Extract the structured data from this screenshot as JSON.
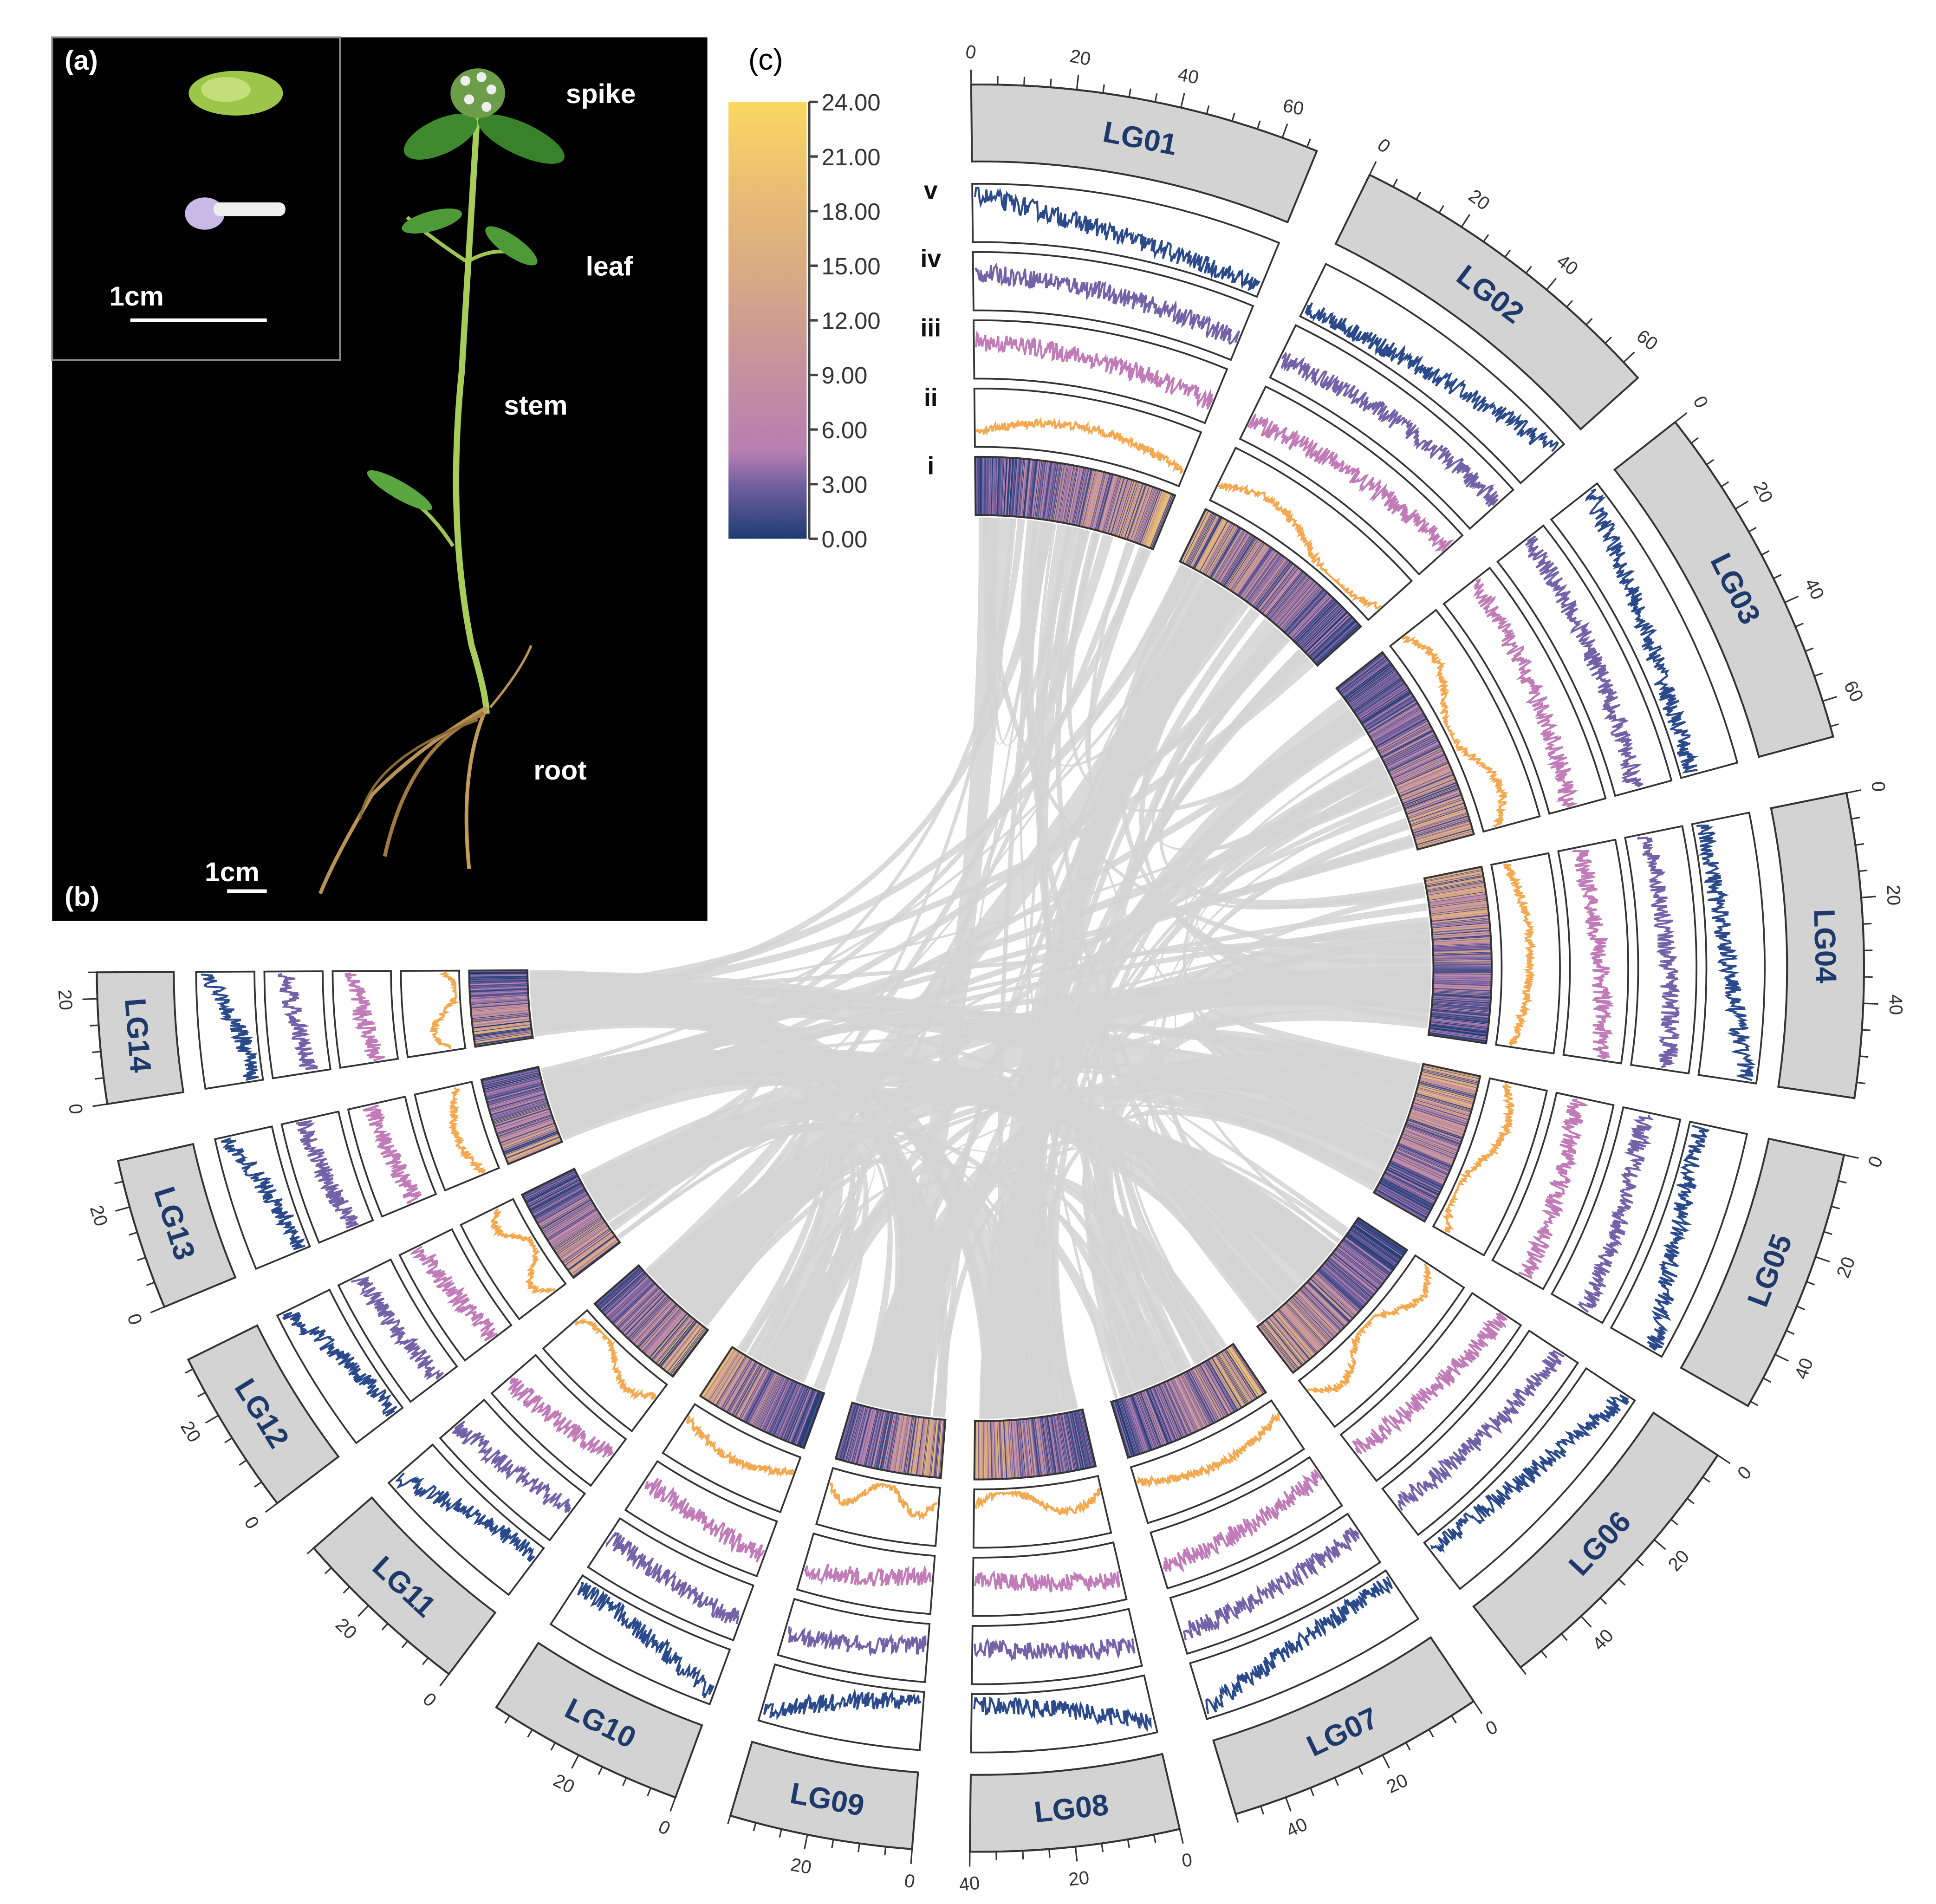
{
  "panels": {
    "a": "(a)",
    "b": "(b)",
    "c": "(c)"
  },
  "photo": {
    "labels": {
      "spike": "spike",
      "leaf": "leaf",
      "stem": "stem",
      "root": "root"
    },
    "inset_scale": "1cm",
    "main_scale": "1cm"
  },
  "chart_data": {
    "type": "circos",
    "colorbar": {
      "min": 0,
      "max": 24,
      "ticks": [
        "24.00",
        "21.00",
        "18.00",
        "15.00",
        "12.00",
        "9.00",
        "6.00",
        "3.00",
        "0.00"
      ],
      "colors": [
        "#1e3c72",
        "#6f5f9e",
        "#b77fb2",
        "#c5939c",
        "#d8a985",
        "#e9bd73",
        "#fbd862"
      ]
    },
    "track_labels": [
      "v",
      "iv",
      "iii",
      "ii",
      "i"
    ],
    "track_colors": {
      "v": "#2b4a8b",
      "iv": "#7462a9",
      "iii": "#c07bb8",
      "ii": "#f4a84f"
    },
    "link_color": "#d3d3d3",
    "chromosomes": [
      {
        "name": "LG01",
        "length": 67,
        "ticks": [
          "0",
          "20",
          "40",
          "60"
        ]
      },
      {
        "name": "LG02",
        "length": 64,
        "ticks": [
          "0",
          "20",
          "40",
          "60"
        ]
      },
      {
        "name": "LG03",
        "length": 67,
        "ticks": [
          "0",
          "20",
          "40",
          "60"
        ]
      },
      {
        "name": "LG04",
        "length": 58,
        "ticks": [
          "0",
          "20",
          "40"
        ]
      },
      {
        "name": "LG05",
        "length": 51,
        "ticks": [
          "0",
          "20",
          "40"
        ]
      },
      {
        "name": "LG06",
        "length": 55,
        "ticks": [
          "0",
          "20",
          "40"
        ]
      },
      {
        "name": "LG07",
        "length": 50,
        "ticks": [
          "0",
          "20",
          "40"
        ]
      },
      {
        "name": "LG08",
        "length": 40,
        "ticks": [
          "0",
          "20",
          "40"
        ]
      },
      {
        "name": "LG09",
        "length": 35,
        "ticks": [
          "0",
          "20"
        ]
      },
      {
        "name": "LG10",
        "length": 38,
        "ticks": [
          "0",
          "20"
        ]
      },
      {
        "name": "LG11",
        "length": 35,
        "ticks": [
          "0",
          "20"
        ]
      },
      {
        "name": "LG12",
        "length": 32,
        "ticks": [
          "0",
          "20"
        ]
      },
      {
        "name": "LG13",
        "length": 29,
        "ticks": [
          "0",
          "20"
        ]
      },
      {
        "name": "LG14",
        "length": 25,
        "ticks": [
          "0",
          "20"
        ]
      }
    ]
  }
}
